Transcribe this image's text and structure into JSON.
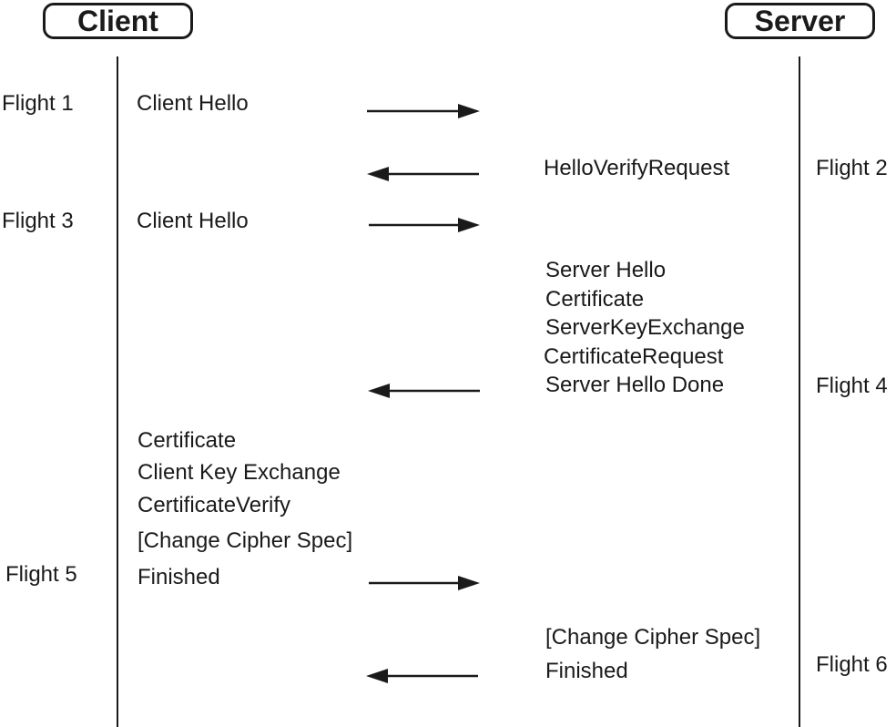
{
  "actors": {
    "client": "Client",
    "server": "Server"
  },
  "flights": {
    "f1": "Flight 1",
    "f2": "Flight 2",
    "f3": "Flight 3",
    "f4": "Flight 4",
    "f5": "Flight 5",
    "f6": "Flight 6"
  },
  "messages": {
    "flight1": [
      "Client Hello"
    ],
    "flight2": [
      "HelloVerifyRequest"
    ],
    "flight3": [
      "Client Hello"
    ],
    "flight4": [
      "Server Hello",
      "Certificate",
      "ServerKeyExchange",
      "CertificateRequest",
      "Server Hello Done"
    ],
    "flight5": [
      "Certificate",
      "Client Key Exchange",
      "CertificateVerify",
      "[Change Cipher Spec]",
      "Finished"
    ],
    "flight6": [
      "[Change Cipher Spec]",
      "Finished"
    ]
  },
  "arrows": [
    {
      "id": "arrow-flight-1",
      "direction": "right"
    },
    {
      "id": "arrow-flight-2",
      "direction": "left"
    },
    {
      "id": "arrow-flight-3",
      "direction": "right"
    },
    {
      "id": "arrow-flight-4",
      "direction": "left"
    },
    {
      "id": "arrow-flight-5",
      "direction": "right"
    },
    {
      "id": "arrow-flight-6",
      "direction": "left"
    }
  ],
  "colors": {
    "ink": "#1a1a1a",
    "background": "#ffffff"
  }
}
